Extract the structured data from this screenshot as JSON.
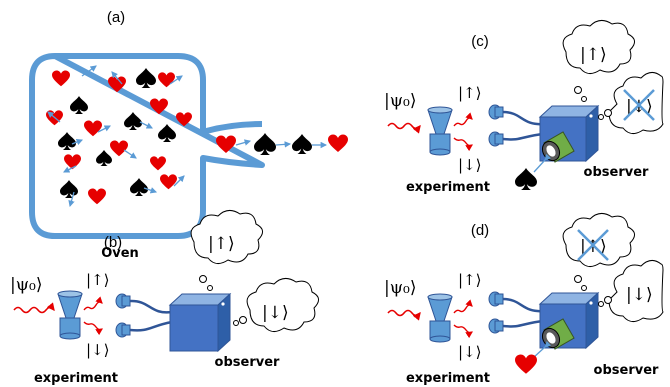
{
  "panels": {
    "a": {
      "label": "(a)",
      "caption": "Oven"
    },
    "b": {
      "label": "(b)",
      "experiment": "experiment",
      "observer": "observer",
      "state_psi": "|ψ₀⟩",
      "state_up": "|↑⟩",
      "state_down": "|↓⟩",
      "thought_1": "|↑⟩",
      "thought_2": "|↓⟩"
    },
    "c": {
      "label": "(c)",
      "experiment": "experiment",
      "observer": "observer",
      "state_psi": "|ψ₀⟩",
      "state_up": "|↑⟩",
      "state_down": "|↓⟩",
      "thought_1": "|↑⟩",
      "thought_2": "|↓⟩",
      "detected_suit": "spade"
    },
    "d": {
      "label": "(d)",
      "experiment": "experiment",
      "observer": "observer",
      "state_psi": "|ψ₀⟩",
      "state_up": "|↑⟩",
      "state_down": "|↓⟩",
      "thought_1": "|↑⟩",
      "thought_2": "|↓⟩",
      "detected_suit": "heart"
    }
  },
  "colors": {
    "oven": "#5b9bd5",
    "heart": "#e60000",
    "spade": "#000000",
    "box": "#4472c4",
    "lens": "#70ad47",
    "cross": "#5b9bd5"
  }
}
